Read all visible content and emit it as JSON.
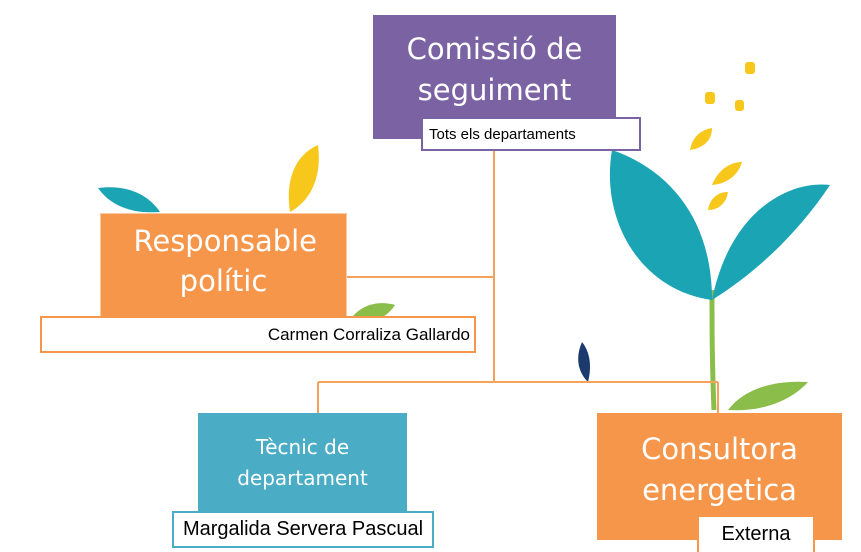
{
  "colors": {
    "purple": "#7b62a3",
    "orange": "#f5964b",
    "teal": "#4bacc6",
    "leaf_teal": "#1aa4b4",
    "leaf_yellow": "#f7c71c",
    "leaf_green": "#8bbd4a",
    "leaf_navy": "#1c3a6e",
    "connector": "#f5a25d"
  },
  "nodes": {
    "top": {
      "title": "Comissió de seguiment",
      "subtitle": "Tots els departaments"
    },
    "left": {
      "title": "Responsable polític",
      "subtitle": "Carmen Corraliza Gallardo"
    },
    "bottom_left": {
      "title": "Tècnic de departament",
      "subtitle": "Margalida Servera Pascual"
    },
    "bottom_right": {
      "title": "Consultora energetica",
      "subtitle": "Externa"
    }
  },
  "decoration": [
    "plant-illustration",
    "leaf-shapes"
  ]
}
